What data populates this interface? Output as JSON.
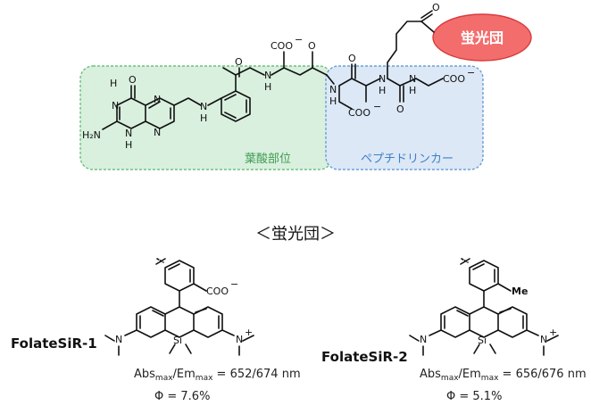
{
  "top": {
    "fluorophore_label": "蛍光団",
    "folate_region_label": "葉酸部位",
    "linker_region_label": "ペプチドリンカー",
    "atoms": {
      "O": "O",
      "N": "N",
      "H": "H",
      "NH": "H",
      "H2N": "H₂N",
      "COO": "COO",
      "minus": "−"
    }
  },
  "section_heading": "＜蛍光団＞",
  "compounds": [
    {
      "name": "FolateSiR-1",
      "substituent": "COO",
      "substituent_charge": "−",
      "abs": "Abs",
      "abs_sub": "max",
      "em": "/Em",
      "em_sub": "max",
      "abs_em_value": " = 652/674 nm",
      "quantum_yield": "Φ = 7.6%"
    },
    {
      "name": "FolateSiR-2",
      "substituent": "Me",
      "abs": "Abs",
      "abs_sub": "max",
      "em": "/Em",
      "em_sub": "max",
      "abs_em_value": " = 656/676 nm",
      "quantum_yield": "Φ = 5.1%"
    }
  ],
  "dye_atoms": {
    "N": "N",
    "Si": "Si",
    "Nplus": "+"
  },
  "colors": {
    "folate_fill": "#d9f0de",
    "folate_stroke": "#6cbf7e",
    "folate_text": "#3e9a50",
    "linker_fill": "#dce8f6",
    "linker_stroke": "#6a9fd6",
    "linker_text": "#3f7fc6",
    "fluor_fill": "#f36d6d",
    "fluor_stroke": "#d93b3b",
    "highlight_red": "#e0201c"
  }
}
